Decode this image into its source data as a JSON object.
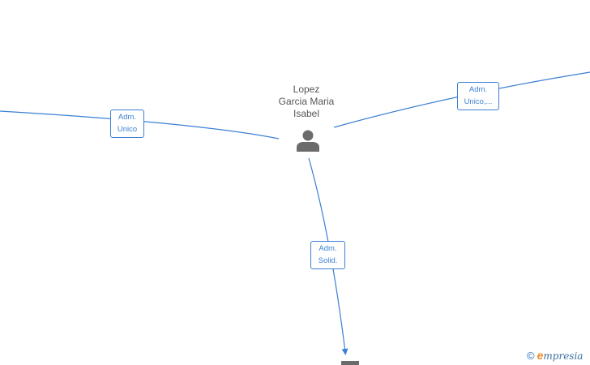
{
  "person": {
    "name_lines": [
      "Lopez",
      "Garcia Maria",
      "Isabel"
    ],
    "icon": "person-icon"
  },
  "relations": {
    "left": [
      "Adm.",
      "Unico"
    ],
    "right": [
      "Adm.",
      "Unico,..."
    ],
    "bottom": [
      "Adm.",
      "Solid."
    ]
  },
  "watermark": {
    "symbol": "©",
    "brand_initial": "e",
    "brand_rest": "mpresia"
  },
  "colors": {
    "edge": "#3b7fd4",
    "person_icon": "#6b6b6b",
    "label_text": "#3b7fd4",
    "name_text": "#555555"
  }
}
